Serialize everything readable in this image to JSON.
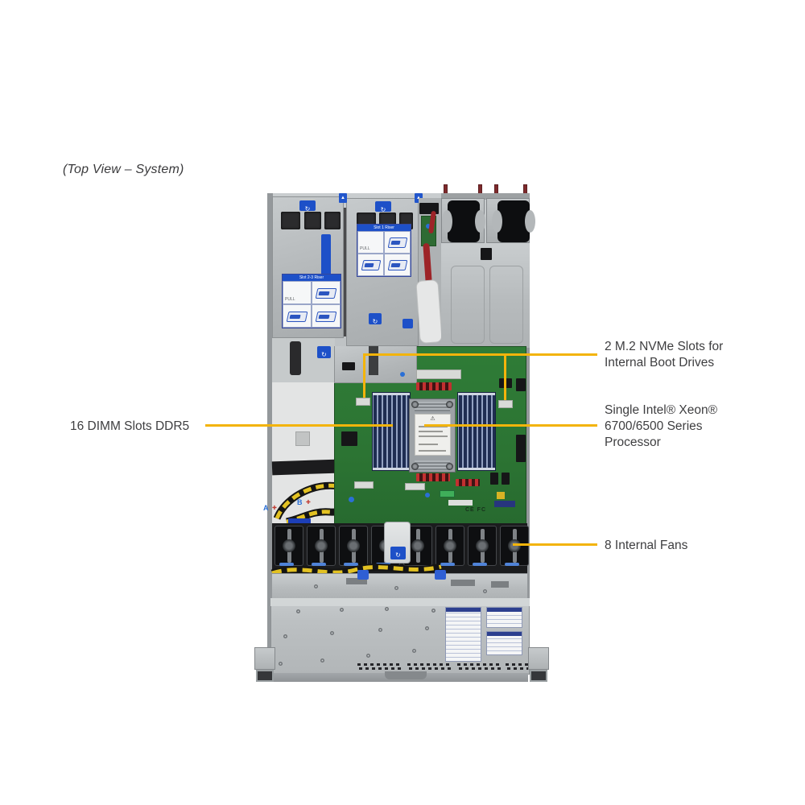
{
  "title": "(Top View – System)",
  "callouts": {
    "m2": {
      "line1": "2 M.2 NVMe Slots for",
      "line2": "Internal Boot Drives"
    },
    "cpu": {
      "line1": "Single Intel® Xeon®",
      "line2": "6700/6500 Series",
      "line3": "Processor"
    },
    "dimm": {
      "text": "16 DIMM Slots DDR5"
    },
    "fans": {
      "text": "8 Internal Fans"
    }
  },
  "micro": {
    "pull": "PULL",
    "slot1_riser": "Slot 1 Riser",
    "slot23_riser": "Slot 2-3 Riser",
    "ce_fcc": "CE FC",
    "cable_label_a": "A",
    "cable_label_b": "B"
  },
  "colors": {
    "callout_line": "#F3B40B",
    "label_text": "#3E3E40",
    "chassis_gray": "#BCC0C2",
    "motherboard_green": "#2F7A36",
    "dimm_slot_navy": "#1F2D52",
    "fan_black": "#0E0F11",
    "sticker_blue": "#1D50C8",
    "psu_handle_red": "#7E2A2C",
    "cable_yellow": "#E2C122"
  }
}
